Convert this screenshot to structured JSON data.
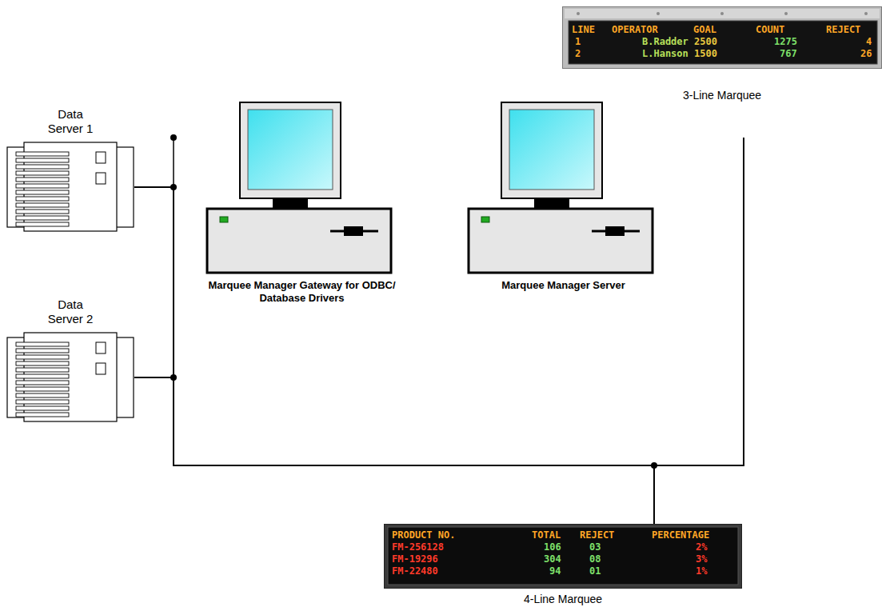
{
  "diagram": {
    "nodes": [
      {
        "text": [
          "Data Server 1"
        ]
      },
      {
        "text": [
          "Data Server 2"
        ]
      },
      {
        "text": [
          "Marquee Manager Gateway for ODBC/ Database Drivers"
        ]
      },
      {
        "text": [
          "Marquee Manager Server"
        ]
      },
      {
        "text": [
          "LINE",
          "OPERATOR",
          "GOAL",
          "COUNT",
          "REJECT",
          "1",
          "B.Radder",
          "2500",
          "1275",
          "4",
          "2",
          "L.Hanson",
          "1500",
          "767",
          "26",
          "3-Line Marquee"
        ]
      },
      {
        "text": [
          "PRODUCT NO.",
          "TOTAL",
          "REJECT",
          "PERCENTAGE",
          "FM-256128",
          "106",
          "03",
          "2%",
          "FM-19296",
          "304",
          "08",
          "3%",
          "FM-22480",
          "94",
          "01",
          "1%",
          "4-Line Marquee"
        ]
      }
    ],
    "edges": [
      {
        "from": 0,
        "to": 1,
        "arrow": "none"
      },
      {
        "from": 0,
        "to": 4,
        "arrow": "none"
      },
      {
        "from": 0,
        "to": 5,
        "arrow": "none"
      },
      {
        "from": 1,
        "to": 4,
        "arrow": "none"
      },
      {
        "from": 1,
        "to": 5,
        "arrow": "none"
      },
      {
        "from": 4,
        "to": 5,
        "arrow": "none"
      }
    ]
  }
}
